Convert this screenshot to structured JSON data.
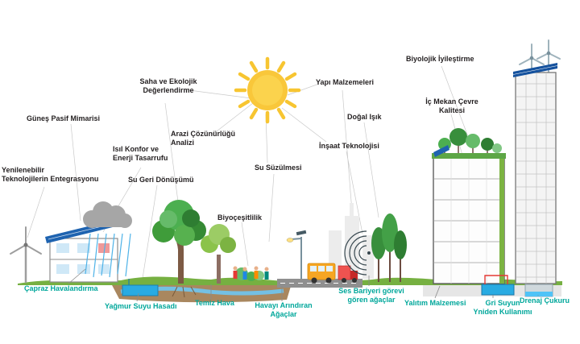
{
  "colors": {
    "black_label": "#231f20",
    "teal_label": "#00a79b",
    "sun": "#f7c531",
    "grass": "#76b041",
    "water": "#29abe2",
    "solar_panel": "#1e63b0"
  },
  "labels": [
    {
      "id": "gunes-pasif-mimarisi",
      "text": "Güneş Pasif Mimarisi"
    },
    {
      "id": "saha-ekolojik-degerlendirme",
      "lines": [
        "Saha ve Ekolojik",
        "Değerlendirme"
      ]
    },
    {
      "id": "yapi-malzemeleri",
      "text": "Yapı Malzemeleri"
    },
    {
      "id": "biyolojik-iyilestirme",
      "text": "Biyolojik İyileştirme"
    },
    {
      "id": "ic-mekan-cevre-kalitesi",
      "lines": [
        "İç Mekan Çevre",
        "Kalitesi"
      ]
    },
    {
      "id": "dogal-isik",
      "text": "Doğal Işık"
    },
    {
      "id": "insaat-teknolojisi",
      "text": "İnşaat Teknolojisi"
    },
    {
      "id": "arazi-cozunurlugu-analizi",
      "lines": [
        "Arazi Çözünürlüğü",
        "Analizi"
      ]
    },
    {
      "id": "isil-konfor-enerji-tasarrufu",
      "lines": [
        "Isıl Konfor ve",
        "Enerji Tasarrufu"
      ]
    },
    {
      "id": "su-geri-donusumu",
      "text": "Su Geri Dönüşümü"
    },
    {
      "id": "su-suzulmesi",
      "text": "Su Süzülmesi"
    },
    {
      "id": "biyocesitlilik",
      "text": "Biyoçeşitlilik"
    },
    {
      "id": "yenilenebilir-teknolojiler-entegrasyonu",
      "lines": [
        "Yenilenebilir",
        "Teknolojilerin Entegrasyonu"
      ]
    },
    {
      "id": "capraz-havalandirma",
      "text": "Çapraz Havalandırma"
    },
    {
      "id": "yagmur-suyu-hasadi",
      "text": "Yağmur Suyu Hasadı"
    },
    {
      "id": "temiz-hava",
      "text": "Temiz Hava"
    },
    {
      "id": "havayi-arindiran-agaclar",
      "lines": [
        "Havayı Arındıran",
        "Ağaçlar"
      ]
    },
    {
      "id": "ses-bariyeri-agaclar",
      "lines": [
        "Ses Bariyeri görevi",
        "gören ağaçlar"
      ]
    },
    {
      "id": "yalitim-malzemesi",
      "text": "Yalıtım Malzemesi"
    },
    {
      "id": "gri-suyun-yeniden-kullanimi",
      "lines": [
        "Gri Suyun",
        "Yniden Kullanımı"
      ]
    },
    {
      "id": "drenaj-cukuru",
      "text": "Drenaj Çukuru"
    }
  ],
  "illustration_elements": [
    "sun",
    "rain-cloud",
    "wind-turbine",
    "rooftop-wind-turbines",
    "passive-solar-house",
    "rainwater-tank",
    "large-tree",
    "small-tree",
    "bushes",
    "people",
    "street-lamp",
    "road",
    "bus",
    "truck",
    "sound-waves",
    "sound-barrier-trees",
    "building-cross-section",
    "green-roof-trees",
    "high-rise-building",
    "greywater-tank",
    "drainage-pit",
    "city-skyline"
  ]
}
